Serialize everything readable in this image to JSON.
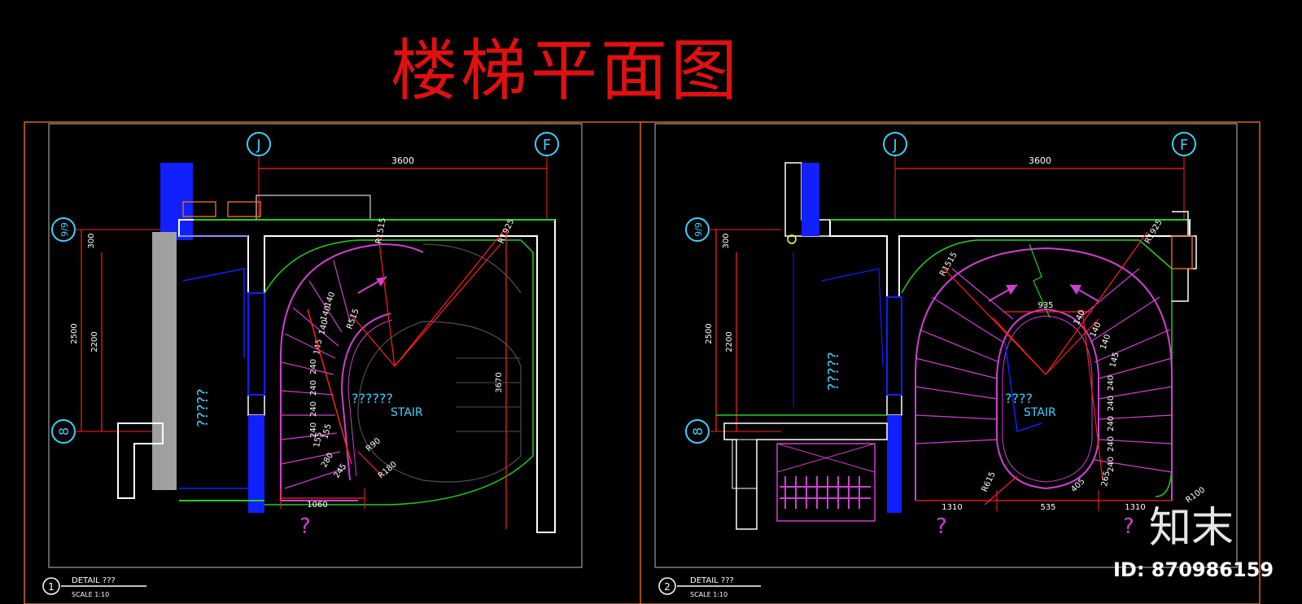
{
  "title": "楼梯平面图",
  "brand": "知末",
  "id_label": "ID: 870986159",
  "colors": {
    "frame": "#d2691e",
    "wall": "#ffffff",
    "dim": "#ff2020",
    "stair": "#d040d0",
    "green": "#20d020",
    "blue": "#1020ff",
    "cyan": "#40d0ff",
    "title": "#e01010"
  },
  "drawings": [
    {
      "grid_top_left": "J",
      "grid_top_right": "F",
      "grid_side_top": "9/9",
      "grid_side_bottom": "8",
      "dim_top": "3600",
      "dim_side_300": "300",
      "dim_side_2500": "2500",
      "dim_side_2200": "2200",
      "dim_right": "3670",
      "dim_bottom": "1060",
      "radius_a": "R1515",
      "radius_b": "R1925",
      "radius_c": "R515",
      "radius_d": "R90",
      "radius_e": "R180",
      "room_text": "??????",
      "stair_label": "STAIR",
      "side_text": "?????",
      "question_mark": "?",
      "step_dims": [
        "140",
        "140",
        "140",
        "145",
        "240",
        "240",
        "240",
        "240",
        "155",
        "155",
        "280",
        "245"
      ],
      "detail_num": "1",
      "detail_label": "DETAIL ???",
      "scale_label": "SCALE 1:10"
    },
    {
      "grid_top_left": "J",
      "grid_top_right": "F",
      "grid_side_top": "9/9",
      "grid_side_bottom": "8",
      "dim_top": "3600",
      "dim_side_300": "300",
      "dim_side_2500": "2500",
      "dim_side_2200": "2200",
      "dim_inner_top": "935",
      "dim_bottom_left": "1310",
      "dim_bottom_mid": "535",
      "dim_bottom_right": "1310",
      "radius_a": "R1515",
      "radius_b": "R1925",
      "radius_c": "R615",
      "radius_d": "405",
      "radius_e": "R100",
      "room_text": "????",
      "stair_label": "STAIR",
      "side_text": "?????",
      "question_mark": "?",
      "step_dims": [
        "140",
        "140",
        "140",
        "145",
        "240",
        "240",
        "240",
        "240",
        "240",
        "265"
      ],
      "detail_num": "2",
      "detail_label": "DETAIL ???",
      "scale_label": "SCALE 1:10"
    }
  ]
}
